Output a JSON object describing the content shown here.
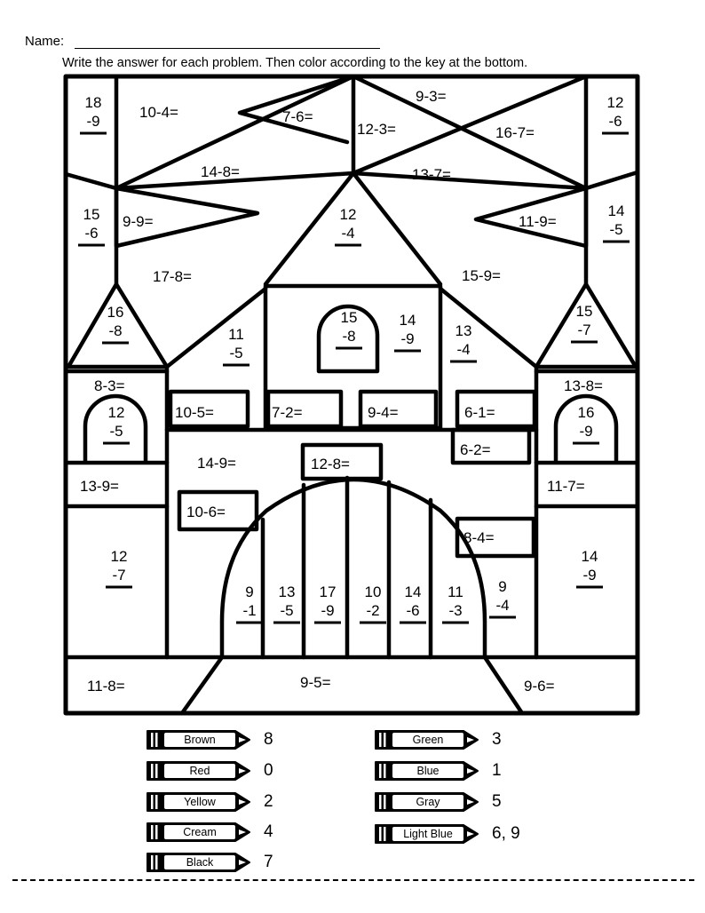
{
  "header": {
    "name_label": "Name:",
    "instructions": "Write the answer for each problem.  Then color according to the key at the bottom."
  },
  "problems": [
    {
      "text": "10-4="
    },
    {
      "text": "7-6="
    },
    {
      "text": "12-3="
    },
    {
      "text": "9-3="
    },
    {
      "text": "16-7="
    },
    {
      "text": "14-8="
    },
    {
      "text": "13-7="
    },
    {
      "text": "9-9="
    },
    {
      "text": "11-9="
    },
    {
      "text": "17-8="
    },
    {
      "text": "15-9="
    },
    {
      "text": "8-3="
    },
    {
      "text": "13-8="
    },
    {
      "text": "10-5="
    },
    {
      "text": "7-2="
    },
    {
      "text": "9-4="
    },
    {
      "text": "6-1="
    },
    {
      "text": "6-2="
    },
    {
      "text": "14-9="
    },
    {
      "text": "12-8="
    },
    {
      "text": "13-9="
    },
    {
      "text": "11-7="
    },
    {
      "text": "10-6="
    },
    {
      "text": "8-4="
    },
    {
      "text": "11-8="
    },
    {
      "text": "9-5="
    },
    {
      "text": "9-6="
    }
  ],
  "vertical_problems": [
    {
      "top": "18",
      "bottom": "-9"
    },
    {
      "top": "12",
      "bottom": "-6"
    },
    {
      "top": "15",
      "bottom": "-6"
    },
    {
      "top": "14",
      "bottom": "-5"
    },
    {
      "top": "12",
      "bottom": "-4"
    },
    {
      "top": "16",
      "bottom": "-8"
    },
    {
      "top": "15",
      "bottom": "-7"
    },
    {
      "top": "11",
      "bottom": "-5"
    },
    {
      "top": "15",
      "bottom": "-8"
    },
    {
      "top": "14",
      "bottom": "-9"
    },
    {
      "top": "13",
      "bottom": "-4"
    },
    {
      "top": "12",
      "bottom": "-5"
    },
    {
      "top": "16",
      "bottom": "-9"
    },
    {
      "top": "12",
      "bottom": "-7"
    },
    {
      "top": "14",
      "bottom": "-9"
    },
    {
      "top": "9",
      "bottom": "-1"
    },
    {
      "top": "13",
      "bottom": "-5"
    },
    {
      "top": "17",
      "bottom": "-9"
    },
    {
      "top": "10",
      "bottom": "-2"
    },
    {
      "top": "14",
      "bottom": "-6"
    },
    {
      "top": "11",
      "bottom": "-3"
    },
    {
      "top": "9",
      "bottom": "-4"
    }
  ],
  "color_key": [
    {
      "color": "Brown",
      "value": "8"
    },
    {
      "color": "Red",
      "value": "0"
    },
    {
      "color": "Yellow",
      "value": "2"
    },
    {
      "color": "Cream",
      "value": "4"
    },
    {
      "color": "Black",
      "value": "7"
    },
    {
      "color": "Green",
      "value": "3"
    },
    {
      "color": "Blue",
      "value": "1"
    },
    {
      "color": "Gray",
      "value": "5"
    },
    {
      "color": "Light Blue",
      "value": "6, 9"
    }
  ]
}
